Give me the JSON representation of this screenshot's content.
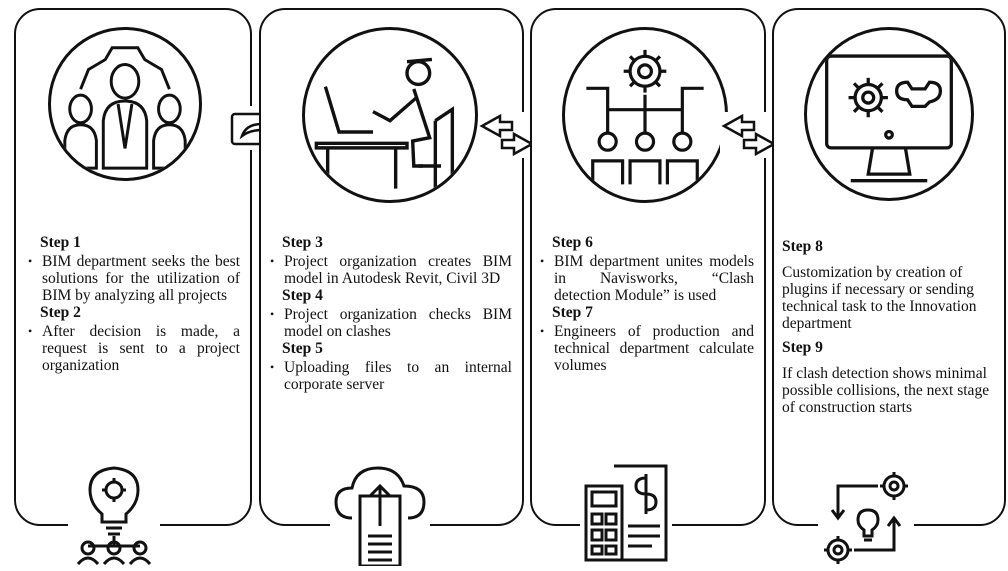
{
  "panels": [
    {
      "steps": [
        {
          "title": "Step 1",
          "items": [
            "BIM department seeks the best solutions for the utilization of BIM by analyzing all projects"
          ]
        },
        {
          "title": "Step 2",
          "items": [
            "After decision is made, a request is sent to a project organization"
          ]
        }
      ],
      "top_icon": "team-network-icon",
      "bottom_icon": "idea-network-icon"
    },
    {
      "steps": [
        {
          "title": "Step 3",
          "items": [
            "Project organization creates BIM model in Autodesk Revit, Civil 3D"
          ]
        },
        {
          "title": "Step 4",
          "items": [
            "Project organization checks BIM model on clashes"
          ]
        },
        {
          "title": "Step 5",
          "items": [
            "Uploading files to an internal corporate server"
          ]
        }
      ],
      "top_icon": "person-at-computer-icon",
      "bottom_icon": "cloud-upload-document-icon"
    },
    {
      "steps": [
        {
          "title": "Step 6",
          "items": [
            "BIM department unites models in Navisworks, “Clash detection Module” is used"
          ]
        },
        {
          "title": "Step 7",
          "items": [
            "Engineers of production and technical department calculate volumes"
          ]
        }
      ],
      "top_icon": "gear-network-users-icon",
      "bottom_icon": "calculator-invoice-icon"
    },
    {
      "steps": [
        {
          "title": "Step 8",
          "text": "Customization by creation of plugins if necessary or sending technical task to the Innovation department"
        },
        {
          "title": "Step 9",
          "text": "If clash detection shows minimal possible collisions, the next stage of construction starts"
        }
      ],
      "top_icon": "monitor-settings-icon",
      "bottom_icon": "gears-idea-cycle-icon"
    }
  ],
  "connectors": [
    "share-arrow-icon",
    "bidirectional-arrows-icon",
    "bidirectional-arrows-icon"
  ]
}
